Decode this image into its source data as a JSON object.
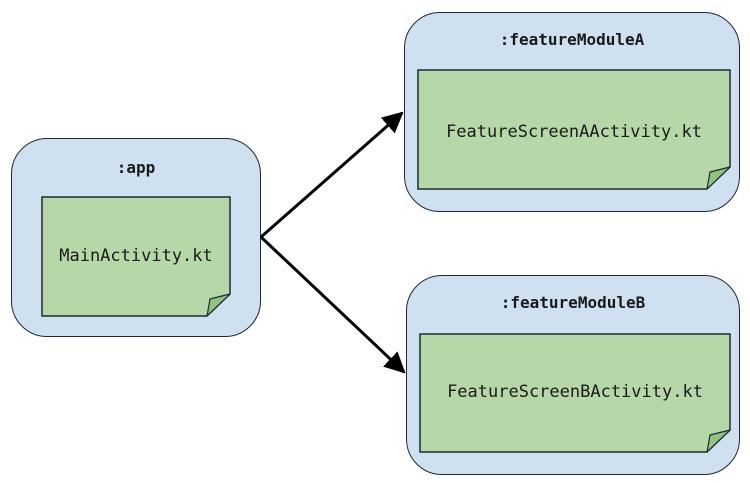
{
  "modules": {
    "app": {
      "title": ":app",
      "file": "MainActivity.kt"
    },
    "feature_a": {
      "title": ":featureModuleA",
      "file": "FeatureScreenAActivity.kt"
    },
    "feature_b": {
      "title": ":featureModuleB",
      "file": "FeatureScreenBActivity.kt"
    }
  },
  "colors": {
    "module_fill": "#cfe0f1",
    "file_fill": "#b6d7a8",
    "fold_fill": "#93c47d",
    "stroke": "#1f2a36"
  }
}
